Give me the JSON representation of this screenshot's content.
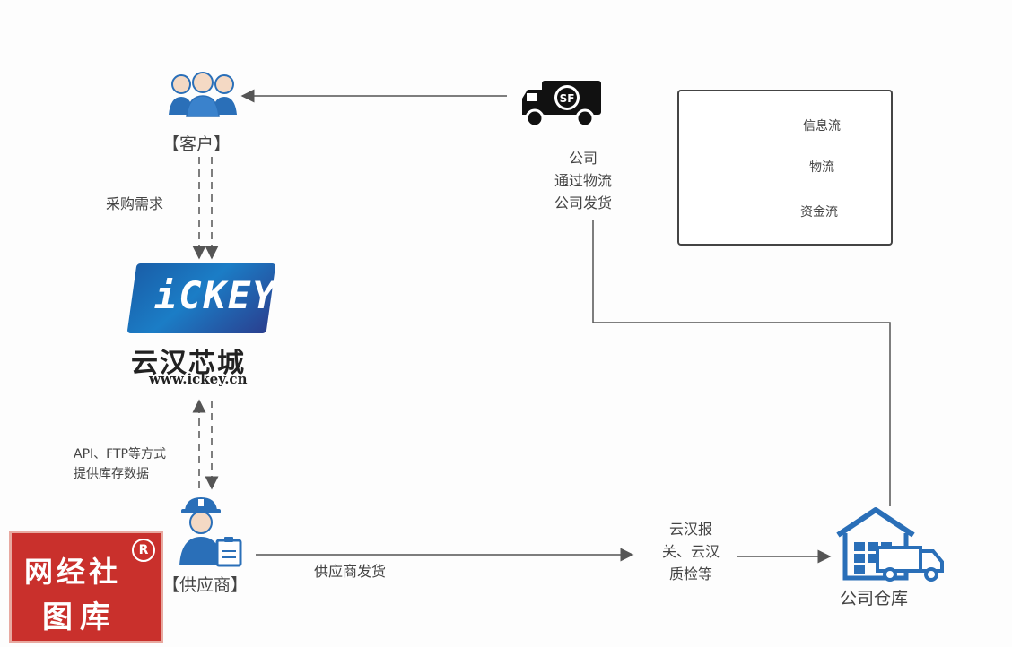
{
  "nodes": {
    "customer": "【客户】",
    "supplier": "【供应商】",
    "warehouse": "公司仓库",
    "brand_cn": "云汉芯城",
    "brand_url": "www.ickey.cn",
    "logo_text": "iCKEY"
  },
  "edges": {
    "purchase_demand": "采购需求",
    "api_line1": "API、FTP等方式",
    "api_line2": "提供库存数据",
    "supplier_ship": "供应商发货",
    "customs_line1": "云汉报",
    "customs_line2": "关、云汉",
    "customs_line3": "质检等",
    "logistics_line1": "公司",
    "logistics_line2": "通过物流",
    "logistics_line3": "公司发货"
  },
  "legend": {
    "info_flow": "信息流",
    "logistics_flow": "物流",
    "capital_flow": "资金流"
  },
  "truck_badge": "SF",
  "watermark": {
    "line1": "网经社",
    "line2": "图库",
    "reg": "R"
  },
  "colors": {
    "line": "#555555",
    "icon_blue": "#2a6fb8",
    "logo_blue": "#1b6fbf",
    "watermark_red": "#c9302c"
  },
  "icons": [
    "customers-icon",
    "delivery-truck-icon",
    "supplier-worker-icon",
    "warehouse-truck-icon"
  ]
}
